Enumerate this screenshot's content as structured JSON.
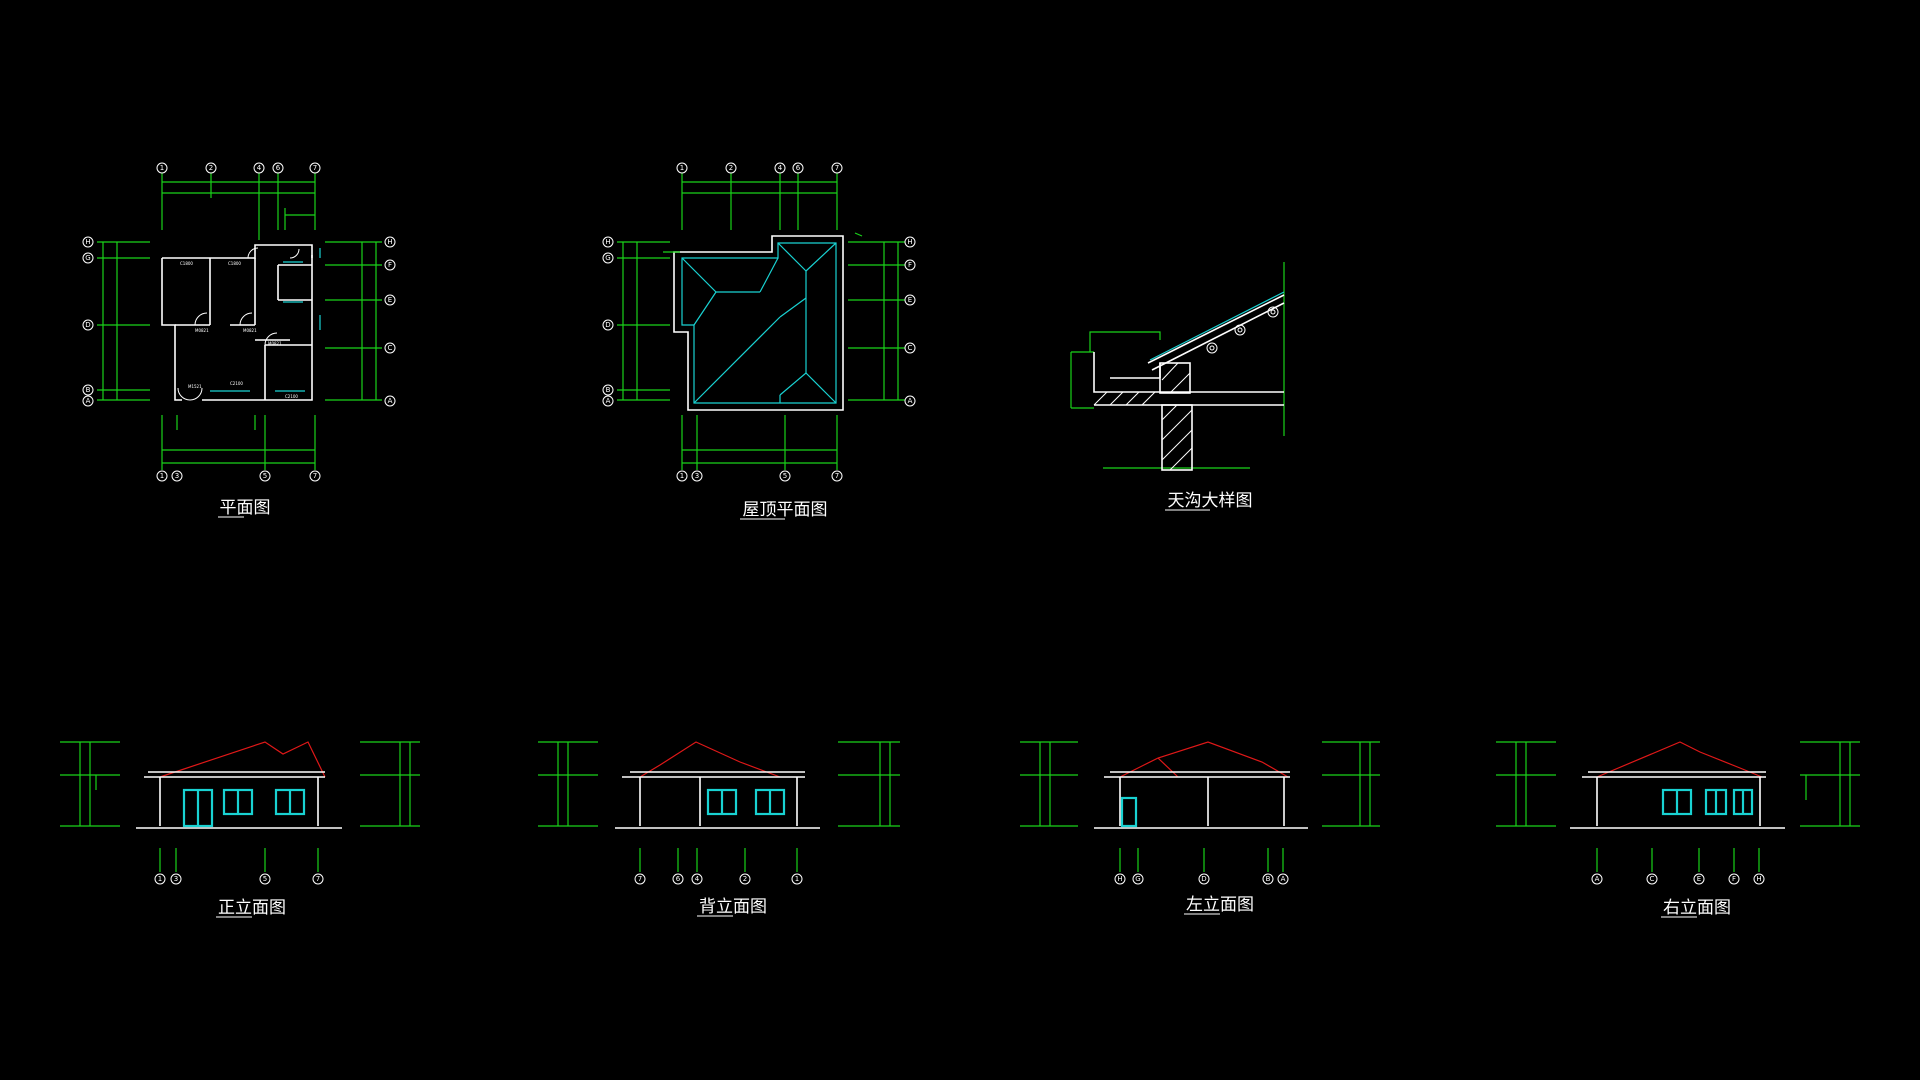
{
  "colors": {
    "background": "#000000",
    "dimension": "#19d219",
    "wall": "#ffffff",
    "window": "#19d2d2",
    "roof": "#e01818"
  },
  "drawings": {
    "plan": {
      "title": "平面图",
      "top_axes": [
        "1",
        "2",
        "4",
        "6",
        "7"
      ],
      "bottom_axes": [
        "1",
        "3",
        "5",
        "7"
      ],
      "left_axes": [
        "H",
        "G",
        "D",
        "B",
        "A"
      ],
      "right_axes": [
        "H",
        "F",
        "E",
        "C",
        "A"
      ]
    },
    "roof_plan": {
      "title": "屋顶平面图",
      "top_axes": [
        "1",
        "2",
        "4",
        "6",
        "7"
      ],
      "bottom_axes": [
        "1",
        "3",
        "5",
        "7"
      ],
      "left_axes": [
        "H",
        "G",
        "D",
        "B",
        "A"
      ],
      "right_axes": [
        "H",
        "F",
        "E",
        "C",
        "A"
      ]
    },
    "gutter_detail": {
      "title": "天沟大样图"
    },
    "front_elevation": {
      "title": "正立面图",
      "axes": [
        "1",
        "3",
        "5",
        "7"
      ]
    },
    "back_elevation": {
      "title": "背立面图",
      "axes": [
        "7",
        "6",
        "4",
        "2",
        "1"
      ]
    },
    "left_elevation": {
      "title": "左立面图",
      "axes": [
        "H",
        "G",
        "D",
        "B",
        "A"
      ]
    },
    "right_elevation": {
      "title": "右立面图",
      "axes": [
        "A",
        "C",
        "E",
        "F",
        "H"
      ]
    }
  }
}
